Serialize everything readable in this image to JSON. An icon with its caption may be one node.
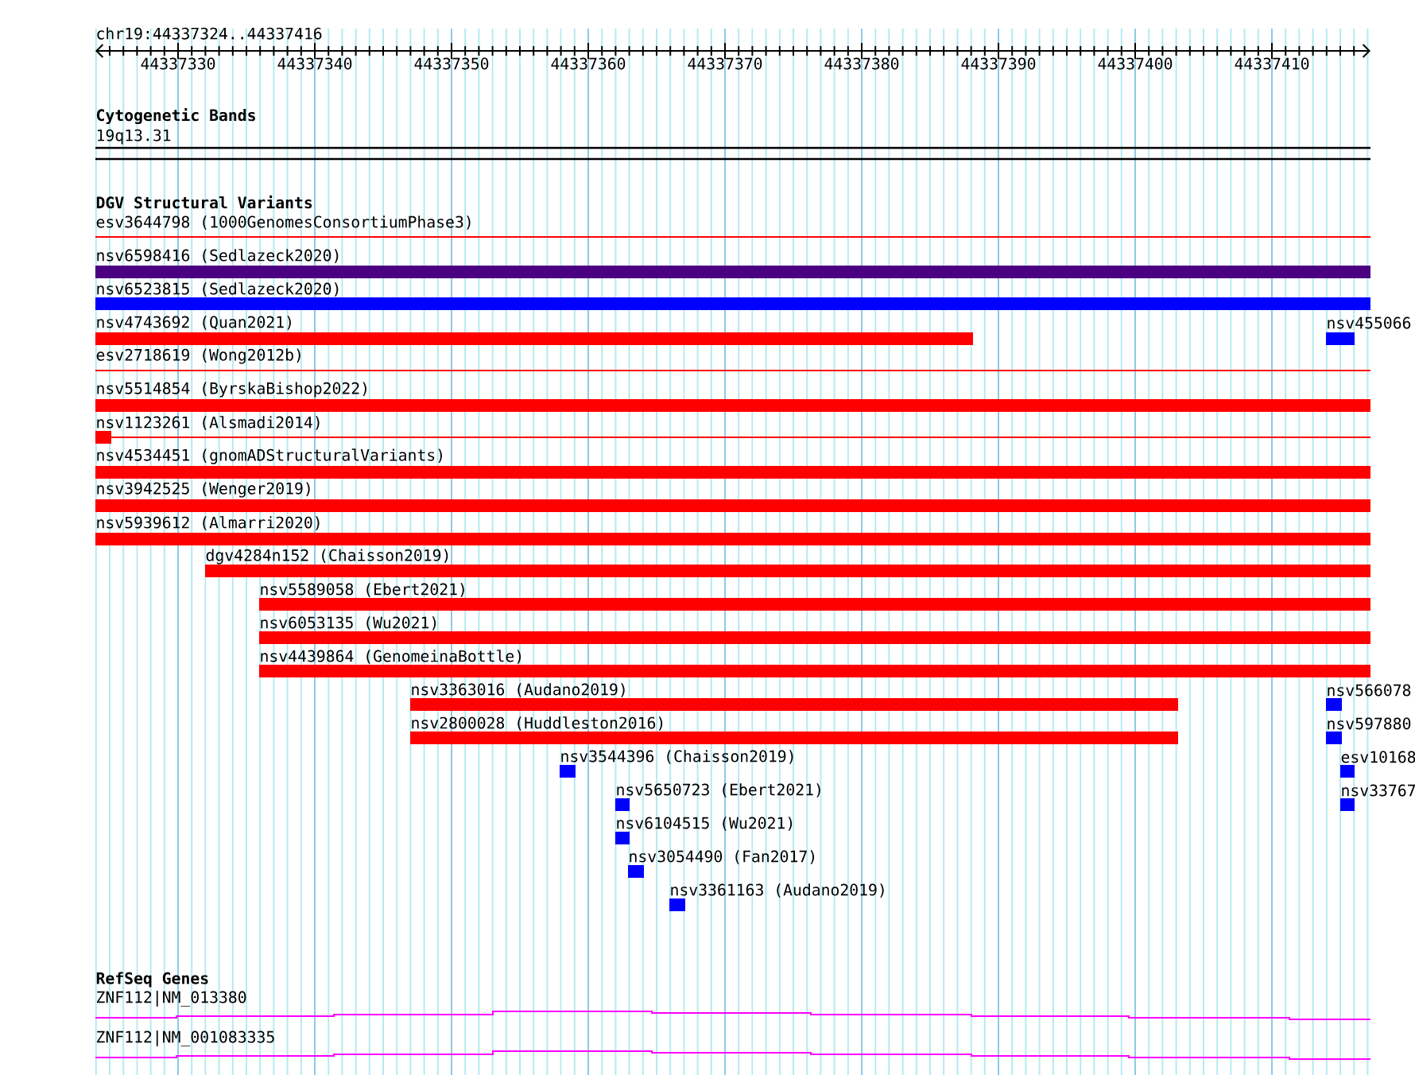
{
  "diagram": {
    "nodes": [
      {
        "text": [
          "esv3644798 (1000GenomesConsortiumPhase3)"
        ]
      },
      {
        "text": [
          "nsv6598416 (Sedlazeck2020)"
        ]
      },
      {
        "text": [
          "nsv6523815 (Sedlazeck2020)"
        ]
      },
      {
        "text": [
          "nsv4743692 (Quan2021)"
        ]
      },
      {
        "text": [
          "nsv455066"
        ]
      },
      {
        "text": [
          "esv2718619 (Wong2012b)"
        ]
      },
      {
        "text": [
          "nsv5514854 (ByrskaBishop2022)"
        ]
      },
      {
        "text": [
          "nsv1123261 (Alsmadi2014)"
        ]
      },
      {
        "text": [
          "nsv4534451 (gnomADStructuralVariants)"
        ]
      },
      {
        "text": [
          "nsv3942525 (Wenger2019)"
        ]
      },
      {
        "text": [
          "nsv5939612 (Almarri2020)"
        ]
      },
      {
        "text": [
          "dgv4284n152 (Chaisson2019)"
        ]
      },
      {
        "text": [
          "nsv5589058 (Ebert2021)"
        ]
      },
      {
        "text": [
          "nsv6053135 (Wu2021)"
        ]
      },
      {
        "text": [
          "nsv4439864 (GenomeinaBottle)"
        ]
      },
      {
        "text": [
          "nsv3363016 (Audano2019)"
        ]
      },
      {
        "text": [
          "nsv566078"
        ]
      },
      {
        "text": [
          "nsv2800028 (Huddleston2016)"
        ]
      },
      {
        "text": [
          "nsv597880"
        ]
      },
      {
        "text": [
          "nsv3544396 (Chaisson2019)"
        ]
      },
      {
        "text": [
          "esv10168"
        ]
      },
      {
        "text": [
          "nsv5650723 (Ebert2021)"
        ]
      },
      {
        "text": [
          "nsv33767"
        ]
      },
      {
        "text": [
          "nsv6104515 (Wu2021)"
        ]
      },
      {
        "text": [
          "nsv3054490 (Fan2017)"
        ]
      },
      {
        "text": [
          "nsv3361163 (Audano2019)"
        ]
      },
      {
        "text": [
          "ZNF112|NM_013380"
        ]
      },
      {
        "text": [
          "ZNF112|NM_001083335"
        ]
      }
    ],
    "labels": [
      "chr19:44337324..44337416",
      "44337330",
      "44337340",
      "44337350",
      "44337360",
      "44337370",
      "44337380",
      "44337390",
      "44337400",
      "44337410",
      "Cytogenetic Bands",
      "19q13.31",
      "DGV Structural Variants",
      "RefSeq Genes"
    ]
  }
}
